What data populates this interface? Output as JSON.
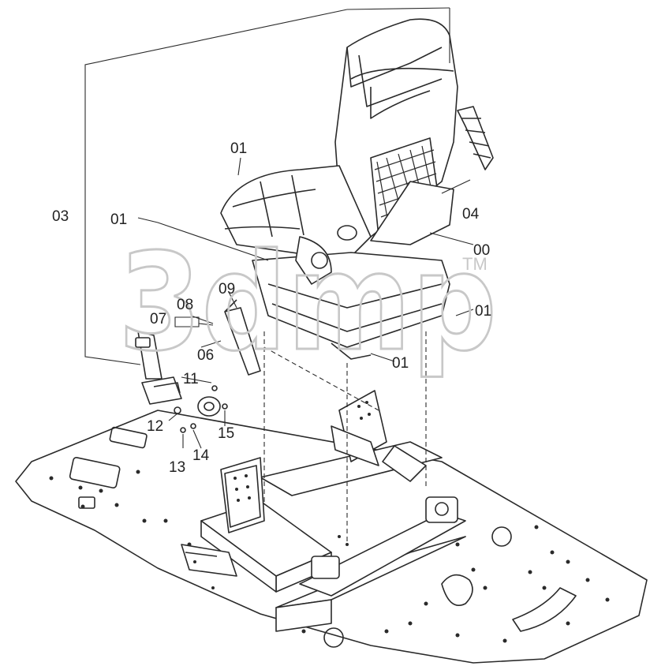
{
  "diagram": {
    "callouts": [
      "01",
      "01",
      "01",
      "01",
      "00",
      "03",
      "04",
      "06",
      "07",
      "08",
      "09",
      "11",
      "12",
      "13",
      "14",
      "15"
    ],
    "watermark": "3dmp",
    "trademark": "TM",
    "colors": {
      "ink": "#2a2a2a",
      "watermark": "#c8c8c8",
      "background": "#ffffff"
    }
  }
}
